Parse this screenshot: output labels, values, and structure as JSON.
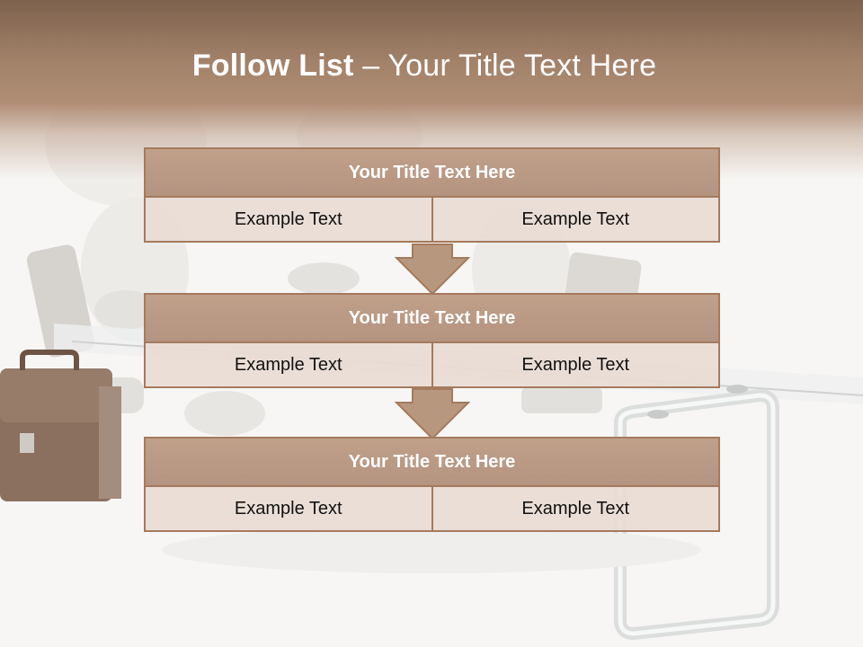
{
  "slide": {
    "title_bold": "Follow List",
    "title_rest": " – Your Title Text Here"
  },
  "blocks": [
    {
      "title": "Your Title Text Here",
      "left": "Example Text",
      "right": "Example Text"
    },
    {
      "title": "Your Title Text Here",
      "left": "Example Text",
      "right": "Example Text"
    },
    {
      "title": "Your Title Text Here",
      "left": "Example Text",
      "right": "Example Text"
    }
  ],
  "colors": {
    "header_band": "#a3826a",
    "block_fill": "#b49480",
    "block_border": "#a57a5e",
    "cell_fill": "#e9dbd4"
  }
}
